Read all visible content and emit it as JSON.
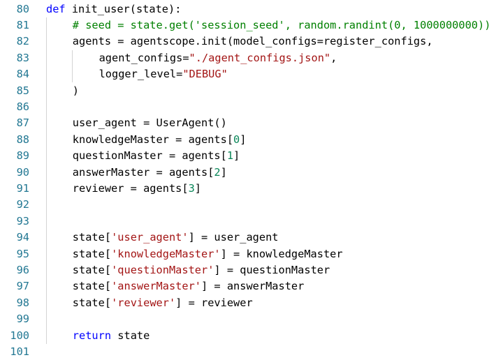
{
  "editor": {
    "colors": {
      "background": "#ffffff",
      "line_number": "#237893",
      "keyword": "#0000ff",
      "string": "#a31515",
      "comment": "#008000",
      "number": "#098658",
      "plain": "#000000"
    },
    "lines": [
      {
        "number": "80",
        "indent": 0,
        "tokens": [
          {
            "t": "def",
            "c": "kw"
          },
          {
            "t": " init_user(state):",
            "c": "pl"
          }
        ]
      },
      {
        "number": "81",
        "indent": 1,
        "tokens": [
          {
            "t": "# seed = state.get('session_seed', random.randint(0, 1000000000))",
            "c": "cm"
          }
        ]
      },
      {
        "number": "82",
        "indent": 1,
        "tokens": [
          {
            "t": "agents = agentscope.init(model_configs=register_configs,",
            "c": "pl"
          }
        ]
      },
      {
        "number": "83",
        "indent": 2,
        "tokens": [
          {
            "t": "agent_configs=",
            "c": "pl"
          },
          {
            "t": "\"./agent_configs.json\"",
            "c": "str"
          },
          {
            "t": ",",
            "c": "pl"
          }
        ]
      },
      {
        "number": "84",
        "indent": 2,
        "tokens": [
          {
            "t": "logger_level=",
            "c": "pl"
          },
          {
            "t": "\"DEBUG\"",
            "c": "str"
          }
        ]
      },
      {
        "number": "85",
        "indent": 1,
        "tokens": [
          {
            "t": ")",
            "c": "pl"
          }
        ]
      },
      {
        "number": "86",
        "indent": 0,
        "tokens": []
      },
      {
        "number": "87",
        "indent": 1,
        "tokens": [
          {
            "t": "user_agent = UserAgent()",
            "c": "pl"
          }
        ]
      },
      {
        "number": "88",
        "indent": 1,
        "tokens": [
          {
            "t": "knowledgeMaster = agents[",
            "c": "pl"
          },
          {
            "t": "0",
            "c": "num"
          },
          {
            "t": "]",
            "c": "pl"
          }
        ]
      },
      {
        "number": "89",
        "indent": 1,
        "tokens": [
          {
            "t": "questionMaster = agents[",
            "c": "pl"
          },
          {
            "t": "1",
            "c": "num"
          },
          {
            "t": "]",
            "c": "pl"
          }
        ]
      },
      {
        "number": "90",
        "indent": 1,
        "tokens": [
          {
            "t": "answerMaster = agents[",
            "c": "pl"
          },
          {
            "t": "2",
            "c": "num"
          },
          {
            "t": "]",
            "c": "pl"
          }
        ]
      },
      {
        "number": "91",
        "indent": 1,
        "tokens": [
          {
            "t": "reviewer = agents[",
            "c": "pl"
          },
          {
            "t": "3",
            "c": "num"
          },
          {
            "t": "]",
            "c": "pl"
          }
        ]
      },
      {
        "number": "92",
        "indent": 0,
        "tokens": []
      },
      {
        "number": "93",
        "indent": 0,
        "tokens": []
      },
      {
        "number": "94",
        "indent": 1,
        "tokens": [
          {
            "t": "state[",
            "c": "pl"
          },
          {
            "t": "'user_agent'",
            "c": "str"
          },
          {
            "t": "] = user_agent",
            "c": "pl"
          }
        ]
      },
      {
        "number": "95",
        "indent": 1,
        "tokens": [
          {
            "t": "state[",
            "c": "pl"
          },
          {
            "t": "'knowledgeMaster'",
            "c": "str"
          },
          {
            "t": "] = knowledgeMaster",
            "c": "pl"
          }
        ]
      },
      {
        "number": "96",
        "indent": 1,
        "tokens": [
          {
            "t": "state[",
            "c": "pl"
          },
          {
            "t": "'questionMaster'",
            "c": "str"
          },
          {
            "t": "] = questionMaster",
            "c": "pl"
          }
        ]
      },
      {
        "number": "97",
        "indent": 1,
        "tokens": [
          {
            "t": "state[",
            "c": "pl"
          },
          {
            "t": "'answerMaster'",
            "c": "str"
          },
          {
            "t": "] = answerMaster",
            "c": "pl"
          }
        ]
      },
      {
        "number": "98",
        "indent": 1,
        "tokens": [
          {
            "t": "state[",
            "c": "pl"
          },
          {
            "t": "'reviewer'",
            "c": "str"
          },
          {
            "t": "] = reviewer",
            "c": "pl"
          }
        ]
      },
      {
        "number": "99",
        "indent": 0,
        "tokens": []
      },
      {
        "number": "100",
        "indent": 1,
        "tokens": [
          {
            "t": "return",
            "c": "kw"
          },
          {
            "t": " state",
            "c": "pl"
          }
        ]
      },
      {
        "number": "101",
        "indent": 0,
        "tokens": []
      }
    ]
  }
}
